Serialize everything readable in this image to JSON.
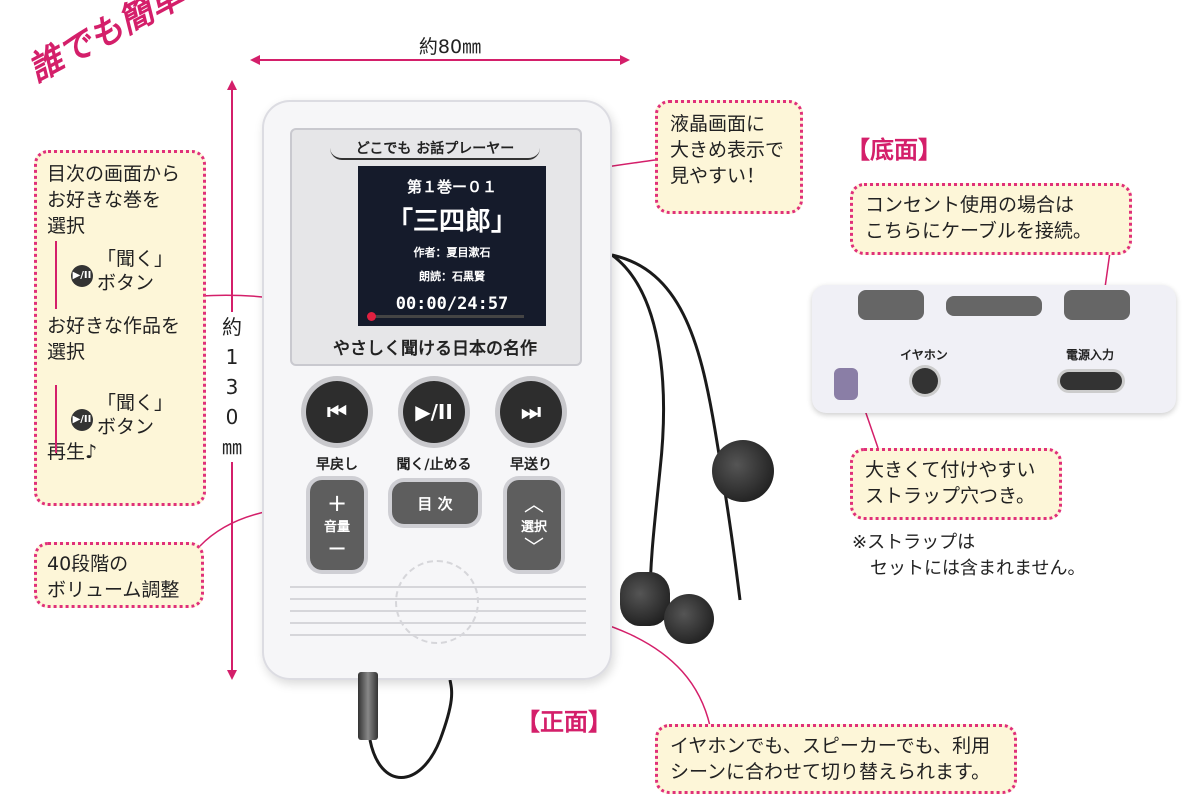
{
  "headline": "誰でも簡単！",
  "dimensions": {
    "width": "約80㎜",
    "height_chars": [
      "約",
      "1",
      "3",
      "0",
      "㎜"
    ]
  },
  "device": {
    "brand": "どこでも お話プレーヤー",
    "subtitle": "やさしく聞ける日本の名作",
    "screen": {
      "volume": "第１巻ー０１",
      "title": "「三四郎」",
      "author": "作者：夏目漱石",
      "narrator": "朗読：石黒賢",
      "time": "00:00/24:57",
      "progress": 0.02
    },
    "buttons": {
      "rewind": "早戻し",
      "play_pause": "聞く/止める",
      "forward": "早送り",
      "menu": "目 次",
      "volume": "音量",
      "volume_plus": "+",
      "volume_minus": "−",
      "select": "選択"
    }
  },
  "side_views": {
    "bottom_view_label": "【底面】",
    "front_view_label": "【正面】",
    "earphone_port": "イヤホン",
    "power_port": "電源入力"
  },
  "callouts": {
    "lcd": "液晶画面に\n大きめ表示で\n見やすい！",
    "steps": {
      "step1": "目次の画面から\nお好きな巻を\n選択",
      "press1_line1": "「聞く」",
      "press1_line2": "ボタン",
      "step2": "お好きな作品を\n選択",
      "press2_line1": "「聞く」",
      "press2_line2": "ボタン",
      "step3": "再生♪"
    },
    "volume": "40段階の\nボリューム調整",
    "cable": "コンセント使用の場合は\nこちらにケーブルを接続。",
    "strap": "大きくて付けやすい\nストラップ穴つき。",
    "strap_note": "※ストラップは\n　セットには含まれません。",
    "earphone": "イヤホンでも、スピーカーでも、利用\nシーンに合わせて切り替えられます。"
  },
  "colors": {
    "accent": "#e0307a",
    "callout_bg": "#fdf6d8",
    "lcd_bg": "#151b2b",
    "progress": "#e02040"
  }
}
